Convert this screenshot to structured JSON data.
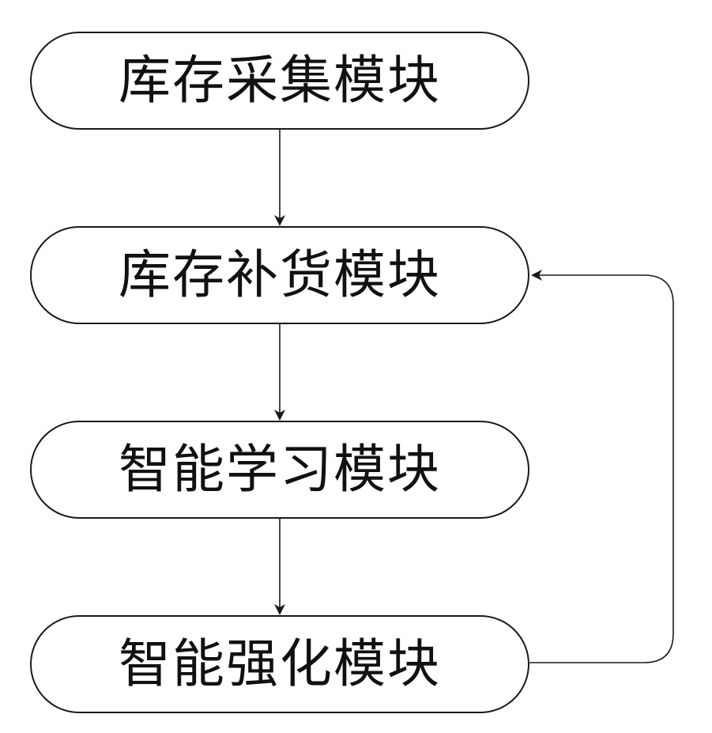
{
  "diagram": {
    "nodes": [
      {
        "id": "inventory-collection",
        "label": "库存采集模块"
      },
      {
        "id": "inventory-replenishment",
        "label": "库存补货模块"
      },
      {
        "id": "intelligent-learning",
        "label": "智能学习模块"
      },
      {
        "id": "intelligent-enhancement",
        "label": "智能强化模块"
      }
    ],
    "edges": [
      {
        "from": "inventory-collection",
        "to": "inventory-replenishment"
      },
      {
        "from": "inventory-replenishment",
        "to": "intelligent-learning"
      },
      {
        "from": "intelligent-learning",
        "to": "intelligent-enhancement"
      },
      {
        "from": "intelligent-enhancement",
        "to": "inventory-replenishment"
      }
    ],
    "colors": {
      "stroke": "#1a1a1a",
      "background": "#ffffff",
      "text": "#111111"
    }
  }
}
